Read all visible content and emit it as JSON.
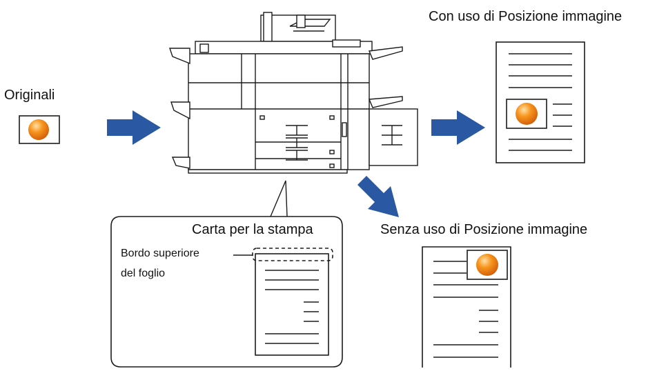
{
  "labels": {
    "originals": "Originali",
    "with_image_position": "Con uso di Posizione immagine",
    "without_image_position": "Senza uso di Posizione immagine",
    "print_paper": "Carta per la stampa",
    "top_edge_line1": "Bordo superiore",
    "top_edge_line2": "del foglio"
  },
  "colors": {
    "arrow": "#2a58a2",
    "ball_light": "#ffd27a",
    "ball_mid": "#f7941d",
    "ball_dark": "#d86a0c",
    "line": "#1a1a1a"
  },
  "icons": {
    "machine": "multifunction-printer-icon",
    "ball": "orange-ball-icon",
    "arrow": "right-arrow-icon"
  }
}
